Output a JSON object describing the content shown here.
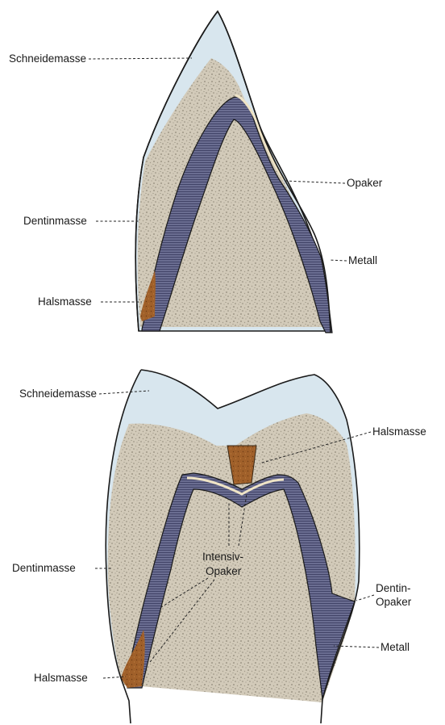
{
  "colors": {
    "schneidemasse": "#d8e6ee",
    "dentinmasse": "#cfc7b6",
    "metall": "#5f6287",
    "halsmasse": "#9c5a22",
    "opaker": "#e8dcc0"
  },
  "diagram_top": {
    "labels": {
      "schneidemasse": "Schneidemasse",
      "opaker": "Opaker",
      "dentinmasse": "Dentinmasse",
      "metall": "Metall",
      "halsmasse": "Halsmasse"
    }
  },
  "diagram_bottom": {
    "labels": {
      "schneidemasse": "Schneidemasse",
      "halsmasse_top": "Halsmasse",
      "intensiv_opaker_line1": "Intensiv-",
      "intensiv_opaker_line2": "Opaker",
      "dentinmasse": "Dentinmasse",
      "dentin_opaker_line1": "Dentin-",
      "dentin_opaker_line2": "Opaker",
      "metall": "Metall",
      "halsmasse_bottom": "Halsmasse"
    }
  }
}
